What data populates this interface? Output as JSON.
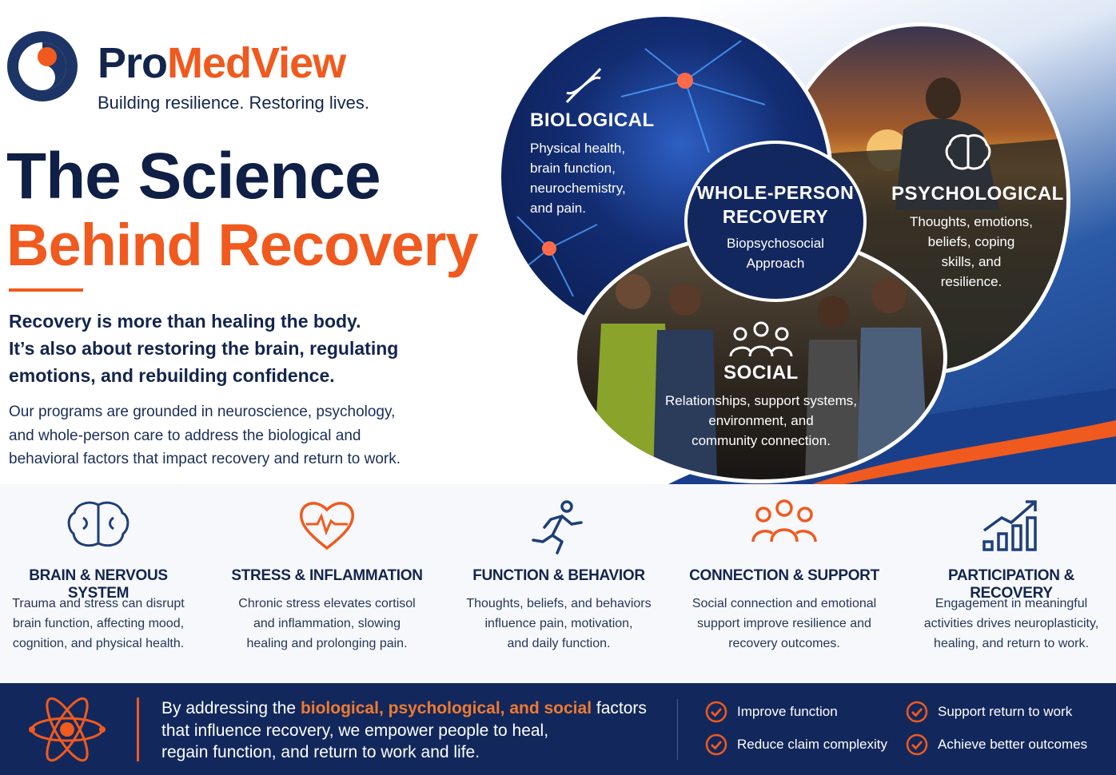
{
  "brand": {
    "name_part1": "Pro",
    "name_part2": "MedView",
    "tagline": "Building resilience. Restoring lives."
  },
  "hero": {
    "title_line1": "The Science",
    "title_line2": "Behind Recovery",
    "lead_line1": "Recovery is more than healing the body.",
    "lead_line2": "It’s also about restoring the brain, regulating",
    "lead_line3": "emotions, and rebuilding confidence.",
    "body_line1": "Our programs are grounded in neuroscience, psychology,",
    "body_line2": "and whole-person care to address the biological and",
    "body_line3": "behavioral factors that impact recovery and return to work."
  },
  "venn": {
    "biological": {
      "heading": "BIOLOGICAL",
      "l1": "Physical health,",
      "l2": "brain function,",
      "l3": "neurochemistry,",
      "l4": "and pain."
    },
    "psychological": {
      "heading": "PSYCHOLOGICAL",
      "l1": "Thoughts, emotions,",
      "l2": "beliefs, coping",
      "l3": "skills, and",
      "l4": "resilience."
    },
    "social": {
      "heading": "SOCIAL",
      "l1": "Relationships, support systems,",
      "l2": "environment, and",
      "l3": "community connection."
    },
    "whole": {
      "h1": "WHOLE-PERSON",
      "h2": "RECOVERY",
      "l1": "Biopsychosocial",
      "l2": "Approach"
    }
  },
  "pillars": [
    {
      "icon": "brain-icon",
      "heading": "BRAIN & NERVOUS SYSTEM",
      "l1": "Trauma and stress can disrupt",
      "l2": "brain function, affecting mood,",
      "l3": "cognition, and physical health."
    },
    {
      "icon": "heart-pulse-icon",
      "heading": "STRESS & INFLAMMATION",
      "l1": "Chronic stress elevates cortisol",
      "l2": "and inflammation, slowing",
      "l3": "healing and prolonging pain."
    },
    {
      "icon": "running-person-icon",
      "heading": "FUNCTION & BEHAVIOR",
      "l1": "Thoughts, beliefs, and behaviors",
      "l2": "influence pain, motivation,",
      "l3": "and daily function."
    },
    {
      "icon": "people-group-icon",
      "heading": "CONNECTION & SUPPORT",
      "l1": "Social connection and emotional",
      "l2": "support improve resilience and",
      "l3": "recovery outcomes."
    },
    {
      "icon": "bar-chart-growth-icon",
      "heading": "PARTICIPATION & RECOVERY",
      "l1": "Engagement in meaningful",
      "l2": "activities drives neuroplasticity,",
      "l3": "healing, and return to work."
    }
  ],
  "footer": {
    "msg_pre": "By addressing the ",
    "msg_highlight": "biological, psychological, and social",
    "msg_post1": " factors",
    "msg_line2": "that influence recovery, we empower people to heal,",
    "msg_line3": "regain function, and return to work and life.",
    "checks": [
      "Improve function",
      "Support return to work",
      "Reduce claim complexity",
      "Achieve better outcomes"
    ]
  },
  "colors": {
    "navy": "#13254d",
    "orange": "#f05a1e",
    "footer_bg": "#12285c"
  }
}
